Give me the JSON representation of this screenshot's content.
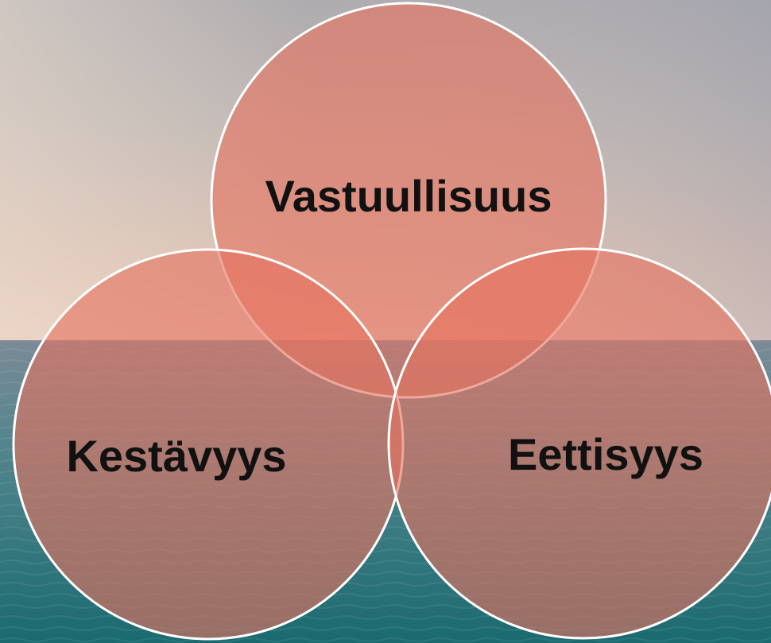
{
  "diagram": {
    "type": "venn",
    "circles": [
      {
        "id": "top",
        "label": "Vastuullisuus"
      },
      {
        "id": "left",
        "label": "Kestävyys"
      },
      {
        "id": "right",
        "label": "Eettisyys"
      }
    ]
  },
  "colors": {
    "circle_fill": "#e5735f",
    "circle_stroke": "#ffffff",
    "sky_top": "#a9a9ad",
    "sky_horizon": "#e2c3b6",
    "sea_near": "#1e6f76",
    "label_text": "#111111"
  }
}
